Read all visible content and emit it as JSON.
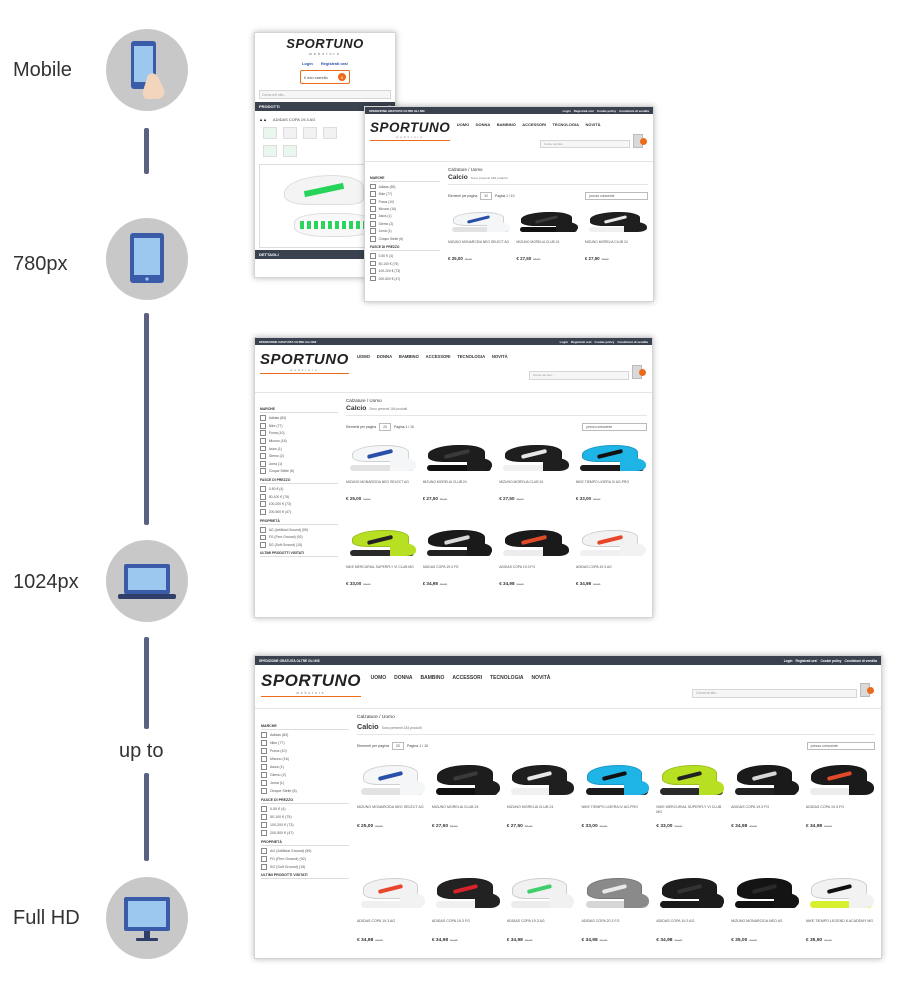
{
  "breakpoints": [
    {
      "label": "Mobile",
      "icon": "smartphone-icon"
    },
    {
      "label": "780px",
      "icon": "tablet-icon"
    },
    {
      "label": "1024px",
      "icon": "laptop-icon"
    },
    {
      "label": "up to",
      "icon": ""
    },
    {
      "label": "Full HD",
      "icon": "monitor-icon"
    }
  ],
  "site": {
    "logo": "SPORTUNO",
    "logo_sub": "webstore",
    "topbar_left": "SPEDIZIONE GRATUITA OLTRE GLI 80€",
    "topbar_links": [
      "Login",
      "Registrati ora!",
      "Cookie policy",
      "Condizioni di vendita"
    ],
    "nav": [
      "UOMO",
      "DONNA",
      "BAMBINO",
      "ACCESSORI",
      "TECNOLOGIA",
      "NOVITÀ"
    ],
    "search_placeholder": "Cerca nel sito...",
    "breadcrumb": "Calzature / Uomo",
    "category": "Calcio",
    "category_count": "Sono presenti 184 prodotti",
    "per_page_label": "Elementi per pagina",
    "per_page_value": "20",
    "pagination": "Pagina 1 / 10",
    "sort_value": "prezzo crescente",
    "filters": {
      "brands_title": "MARCHE",
      "brands": [
        "Adidas (83)",
        "Nike (77)",
        "Puma (10)",
        "Mizuno (16)",
        "Asics (1)",
        "Giemo (2)",
        "Joma (1)",
        "Cinque Stelle (6)"
      ],
      "price_title": "FASCE DI PREZZO",
      "prices": [
        "0-50 € (4)",
        "50-100 € (75)",
        "100-200 € (73)",
        "200-500 € (47)"
      ],
      "props_title": "PROPRIETÀ",
      "props": [
        "AG (Artificial Ground) (59)",
        "FG (Firm Ground) (92)",
        "SG (Soft Ground) (15)"
      ],
      "recent_title": "ULTIMI PRODOTTI VISITATI"
    },
    "products": [
      {
        "name": "MIZUNO MONARCIDA NEO SELECT AG",
        "price": "€ 25,00",
        "old": "50,00",
        "color": "#f4f6f8",
        "accent": "#2a4fa8",
        "sole": "#e2e2e2"
      },
      {
        "name": "MIZUNO MORELIA CLUB 24",
        "price": "€ 27,50",
        "old": "55,00",
        "color": "#1d1d1d",
        "accent": "#3a3a3a",
        "sole": "#111111"
      },
      {
        "name": "MIZUNO MORELIA CLUB 24",
        "price": "€ 27,50",
        "old": "55,00",
        "color": "#1f1f1f",
        "accent": "#e8e8e8",
        "sole": "#f0f0f0"
      },
      {
        "name": "NIKE TIEMPO LIGERA IV AG-PRO",
        "price": "€ 33,00",
        "old": "66,00",
        "color": "#1fb4e6",
        "accent": "#111111",
        "sole": "#1a1a1a"
      },
      {
        "name": "NIKE MERCURIAL SUPERFLY VI CLUB MG",
        "price": "€ 33,00",
        "old": "66,00",
        "color": "#b6e021",
        "accent": "#222222",
        "sole": "#2a2a2a"
      },
      {
        "name": "ADIDAS COPA 19.3 FG",
        "price": "€ 34,98",
        "old": "69,95",
        "color": "#1a1a1a",
        "accent": "#d8d8d8",
        "sole": "#222222"
      },
      {
        "name": "ADIDAS COPA 19.3 FG",
        "price": "€ 34,98",
        "old": "69,95",
        "color": "#1a1a1a",
        "accent": "#e04a2a",
        "sole": "#ececec"
      },
      {
        "name": "ADIDAS COPA 19.3 AG",
        "price": "€ 34,98",
        "old": "69,95",
        "color": "#f2f2f2",
        "accent": "#e8452a",
        "sole": "#f0f0f0"
      },
      {
        "name": "ADIDAS COPA 19.3 FG",
        "price": "€ 34,98",
        "old": "69,95",
        "color": "#222222",
        "accent": "#d9222a",
        "sole": "#f0f0f0"
      },
      {
        "name": "ADIDAS COPA 19.3 AG",
        "price": "€ 34,98",
        "old": "69,95",
        "color": "#f1f1f1",
        "accent": "#3ecf6a",
        "sole": "#ececec"
      },
      {
        "name": "ADIDAS COPA 20.3 FG",
        "price": "€ 34,98",
        "old": "69,95",
        "color": "#8a8a8a",
        "accent": "#e8e8e8",
        "sole": "#d6d6d6"
      },
      {
        "name": "ADIDAS COPA 19.3 AG",
        "price": "€ 34,98",
        "old": "69,95",
        "color": "#1c1c1c",
        "accent": "#333333",
        "sole": "#1a1a1a"
      },
      {
        "name": "MIZUNO MONARCIDA NEO AS",
        "price": "€ 35,00",
        "old": "70,00",
        "color": "#141414",
        "accent": "#2a2a2a",
        "sole": "#111111"
      },
      {
        "name": "NIKE TIEMPO LEGEND 8 ACADEMY MG",
        "price": "€ 35,50",
        "old": "71,00",
        "color": "#f2f2f2",
        "accent": "#111111",
        "sole": "#d8ef2e"
      }
    ],
    "mobile": {
      "login": "Login",
      "register": "Registrati ora!",
      "cart_label": "Il mio carrello",
      "cart_count": "0",
      "search_placeholder": "Cerca nel sito...",
      "products_bar": "PRODOTTI",
      "product_title": "ADIDAS COPA 19.3 AG",
      "details_bar": "DETTAGLI"
    }
  }
}
